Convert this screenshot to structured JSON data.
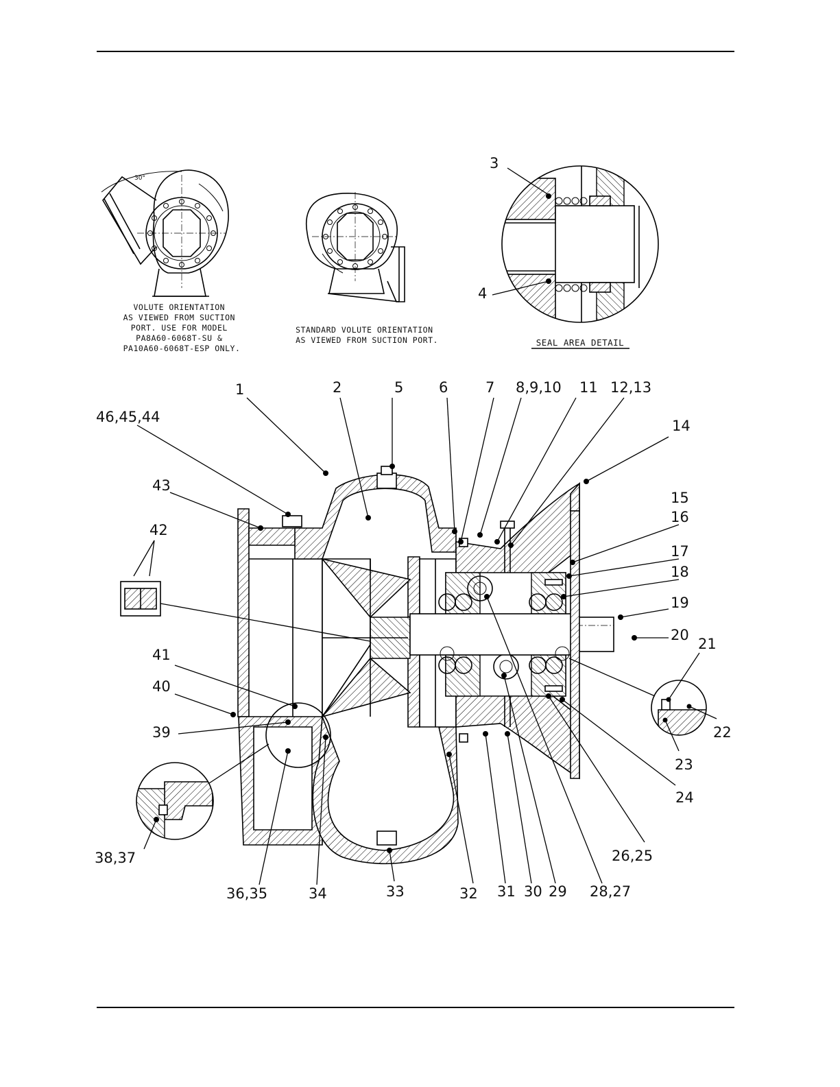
{
  "drawing": {
    "top_views": {
      "left_angle": "30°",
      "left_caption": [
        "VOLUTE ORIENTATION",
        "AS VIEWED FROM SUCTION",
        "PORT. USE FOR MODEL",
        "PA8A60-6068T-SU &",
        "PA10A60-6068T-ESP ONLY."
      ],
      "center_caption": [
        "STANDARD VOLUTE ORIENTATION",
        "AS VIEWED FROM SUCTION PORT."
      ],
      "detail_caption": "SEAL AREA DETAIL"
    },
    "callouts": [
      {
        "id": "c3",
        "text": "3"
      },
      {
        "id": "c4",
        "text": "4"
      },
      {
        "id": "c1",
        "text": "1"
      },
      {
        "id": "c2",
        "text": "2"
      },
      {
        "id": "c5",
        "text": "5"
      },
      {
        "id": "c6",
        "text": "6"
      },
      {
        "id": "c7",
        "text": "7"
      },
      {
        "id": "c8",
        "text": "8,9,10"
      },
      {
        "id": "c11",
        "text": "11"
      },
      {
        "id": "c12",
        "text": "12,13"
      },
      {
        "id": "c14",
        "text": "14"
      },
      {
        "id": "c46",
        "text": "46,45,44"
      },
      {
        "id": "c43",
        "text": "43"
      },
      {
        "id": "c42",
        "text": "42"
      },
      {
        "id": "c15",
        "text": "15"
      },
      {
        "id": "c16",
        "text": "16"
      },
      {
        "id": "c17",
        "text": "17"
      },
      {
        "id": "c18",
        "text": "18"
      },
      {
        "id": "c19",
        "text": "19"
      },
      {
        "id": "c20",
        "text": "20"
      },
      {
        "id": "c21",
        "text": "21"
      },
      {
        "id": "c22",
        "text": "22"
      },
      {
        "id": "c23",
        "text": "23"
      },
      {
        "id": "c24",
        "text": "24"
      },
      {
        "id": "c41",
        "text": "41"
      },
      {
        "id": "c40",
        "text": "40"
      },
      {
        "id": "c39",
        "text": "39"
      },
      {
        "id": "c38",
        "text": "38,37"
      },
      {
        "id": "c26",
        "text": "26,25"
      },
      {
        "id": "c36",
        "text": "36,35"
      },
      {
        "id": "c34",
        "text": "34"
      },
      {
        "id": "c33",
        "text": "33"
      },
      {
        "id": "c32",
        "text": "32"
      },
      {
        "id": "c31",
        "text": "31"
      },
      {
        "id": "c30",
        "text": "30"
      },
      {
        "id": "c29",
        "text": "29"
      },
      {
        "id": "c28",
        "text": "28,27"
      }
    ]
  }
}
